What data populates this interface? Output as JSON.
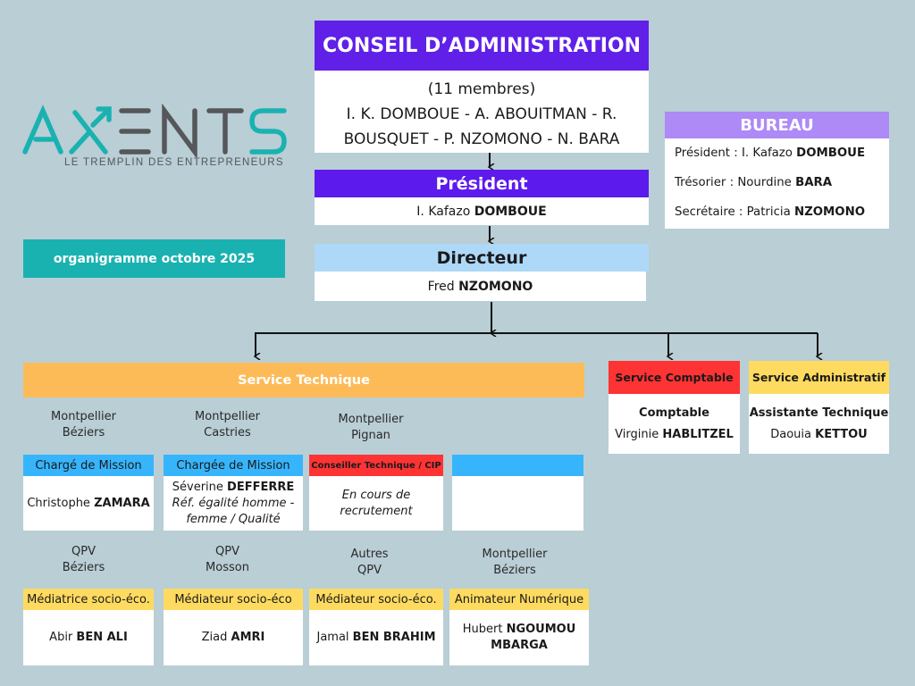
{
  "logo": {
    "wordmark": "AXENTS",
    "tagline": "LE TREMPLIN DES ENTREPRENEURS",
    "colors": {
      "teal": "#1ab2b1",
      "grey": "#55575a"
    }
  },
  "date_banner": "organigramme octobre 2025",
  "conseil": {
    "title": "CONSEIL D’ADMINISTRATION",
    "members_count": "(11 membres)",
    "members_line1": "I. K. DOMBOUE - A. ABOUITMAN - R.",
    "members_line2": "BOUSQUET - P. NZOMONO - N. BARA"
  },
  "president": {
    "title": "Président",
    "first_name": "I. Kafazo",
    "last_name": "DOMBOUE"
  },
  "directeur": {
    "title": "Directeur",
    "first_name": "Fred",
    "last_name": "NZOMONO"
  },
  "bureau": {
    "title": "BUREAU",
    "lines": [
      {
        "role": "Président : I. Kafazo",
        "name": "DOMBOUE"
      },
      {
        "role": "Trésorier : Nourdine",
        "name": "BARA"
      },
      {
        "role": "Secrétaire : Patricia",
        "name": "NZOMONO"
      }
    ]
  },
  "services": {
    "technique": {
      "title": "Service Technique"
    },
    "comptable": {
      "title": "Service Comptable",
      "role": "Comptable",
      "first_name": "Virginie",
      "last_name": "HABLITZEL"
    },
    "administratif": {
      "title": "Service Administratif",
      "role": "Assistante Technique",
      "first_name": "Daouia",
      "last_name": "KETTOU"
    }
  },
  "tech_row1": [
    {
      "loc1": "Montpellier",
      "loc2": "Béziers",
      "role": "Chargé de Mission",
      "first_name": "Christophe",
      "last_name": "ZAMARA",
      "note": ""
    },
    {
      "loc1": "Montpellier",
      "loc2": "Castries",
      "role": "Chargée de Mission",
      "first_name": "Séverine",
      "last_name": "DEFFERRE",
      "note": "Réf. égalité homme - femme / Qualité"
    },
    {
      "loc1": "Montpellier",
      "loc2": "Pignan",
      "role": "Conseiller Technique / CIP",
      "status": "En cours de recrutement"
    },
    {
      "loc1": "",
      "loc2": "",
      "role": ""
    }
  ],
  "tech_row2": [
    {
      "loc1": "QPV",
      "loc2": "Béziers",
      "role": "Médiatrice socio-éco.",
      "first_name": "Abir",
      "last_name": "BEN ALI"
    },
    {
      "loc1": "QPV",
      "loc2": "Mosson",
      "role": "Médiateur socio-éco",
      "first_name": "Ziad",
      "last_name": "AMRI"
    },
    {
      "loc1": "Autres",
      "loc2": "QPV",
      "role": "Médiateur socio-éco.",
      "first_name": "Jamal",
      "last_name": "BEN BRAHIM"
    },
    {
      "loc1": "Montpellier",
      "loc2": "Béziers",
      "role": "Animateur Numérique",
      "first_name": "Hubert",
      "last_name": "NGOUMOU MBARGA"
    }
  ],
  "colors": {
    "background": "#b9ced5",
    "conseil_purple": "#6020e8",
    "bureau_lavender": "#ad8af5",
    "directeur_lightblue": "#aed8f7",
    "technique_orange": "#fdbb58",
    "comptable_red": "#fe3334",
    "admin_yellow": "#fedb60",
    "card_blue": "#37b5fc"
  }
}
